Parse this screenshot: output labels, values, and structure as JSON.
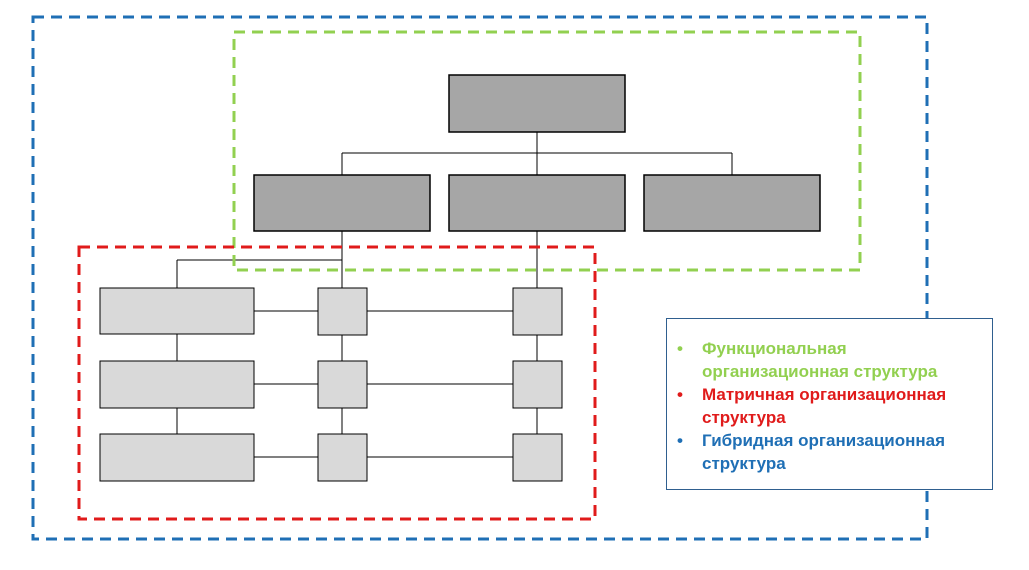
{
  "colors": {
    "functional": "#92d050",
    "matrix": "#e01b1b",
    "hybrid": "#1f6fb5",
    "box_dark": "#a6a6a6",
    "box_light": "#d9d9d9",
    "line": "#000000"
  },
  "legend": {
    "items": [
      {
        "bullet": "•",
        "text": "Функциональная организационная структура",
        "color_key": "functional"
      },
      {
        "bullet": "•",
        "text": "Матричная организационная структура",
        "color_key": "matrix"
      },
      {
        "bullet": "•",
        "text": "Гибридная организационная структура",
        "color_key": "hybrid"
      }
    ]
  }
}
